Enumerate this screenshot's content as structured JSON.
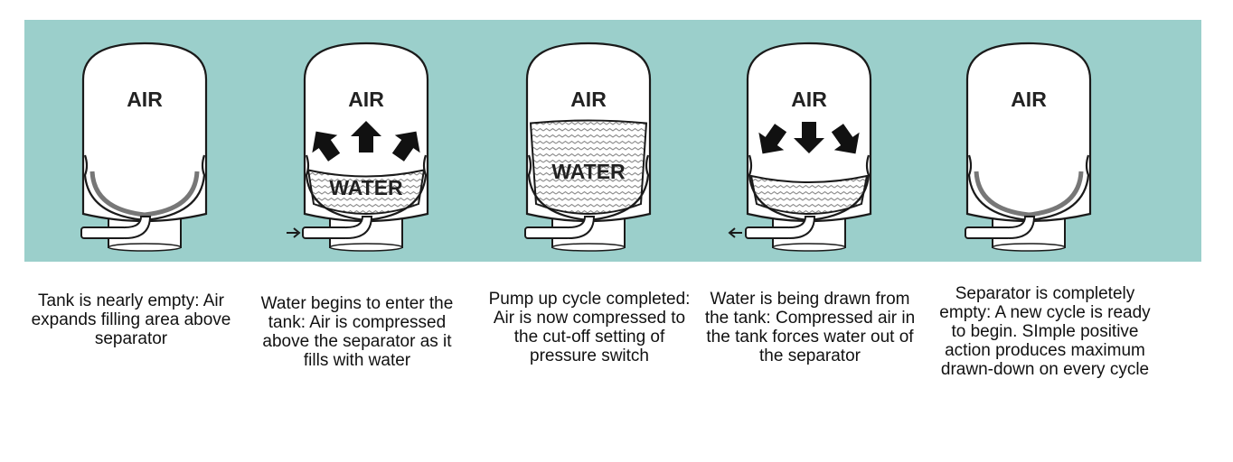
{
  "colors": {
    "panel": "#9bcfcb",
    "tank_fill": "#ffffff",
    "outline": "#1a1a1a"
  },
  "stages": [
    {
      "air_label": "AIR",
      "water_label": "",
      "water_level": 0.0,
      "arrows": "none",
      "caption": "Tank is nearly empty: Air expands filling area above separator"
    },
    {
      "air_label": "AIR",
      "water_label": "WATER",
      "water_level": 0.35,
      "arrows": "up",
      "caption": "Water begins to enter the tank: Air is compressed above the separator as it fills with water"
    },
    {
      "air_label": "AIR",
      "water_label": "WATER",
      "water_level": 0.75,
      "arrows": "none",
      "caption": "Pump up cycle completed: Air is now compressed to the cut-off setting of pressure switch"
    },
    {
      "air_label": "AIR",
      "water_label": "",
      "water_level": 0.3,
      "arrows": "down",
      "caption": "Water is being drawn from the tank: Compressed air in the tank forces water out of the separator"
    },
    {
      "air_label": "AIR",
      "water_label": "",
      "water_level": 0.0,
      "arrows": "none",
      "caption": "Separator is completely empty: A new cycle is ready to begin. SImple positive action produces maximum drawn-down on every cycle"
    }
  ]
}
